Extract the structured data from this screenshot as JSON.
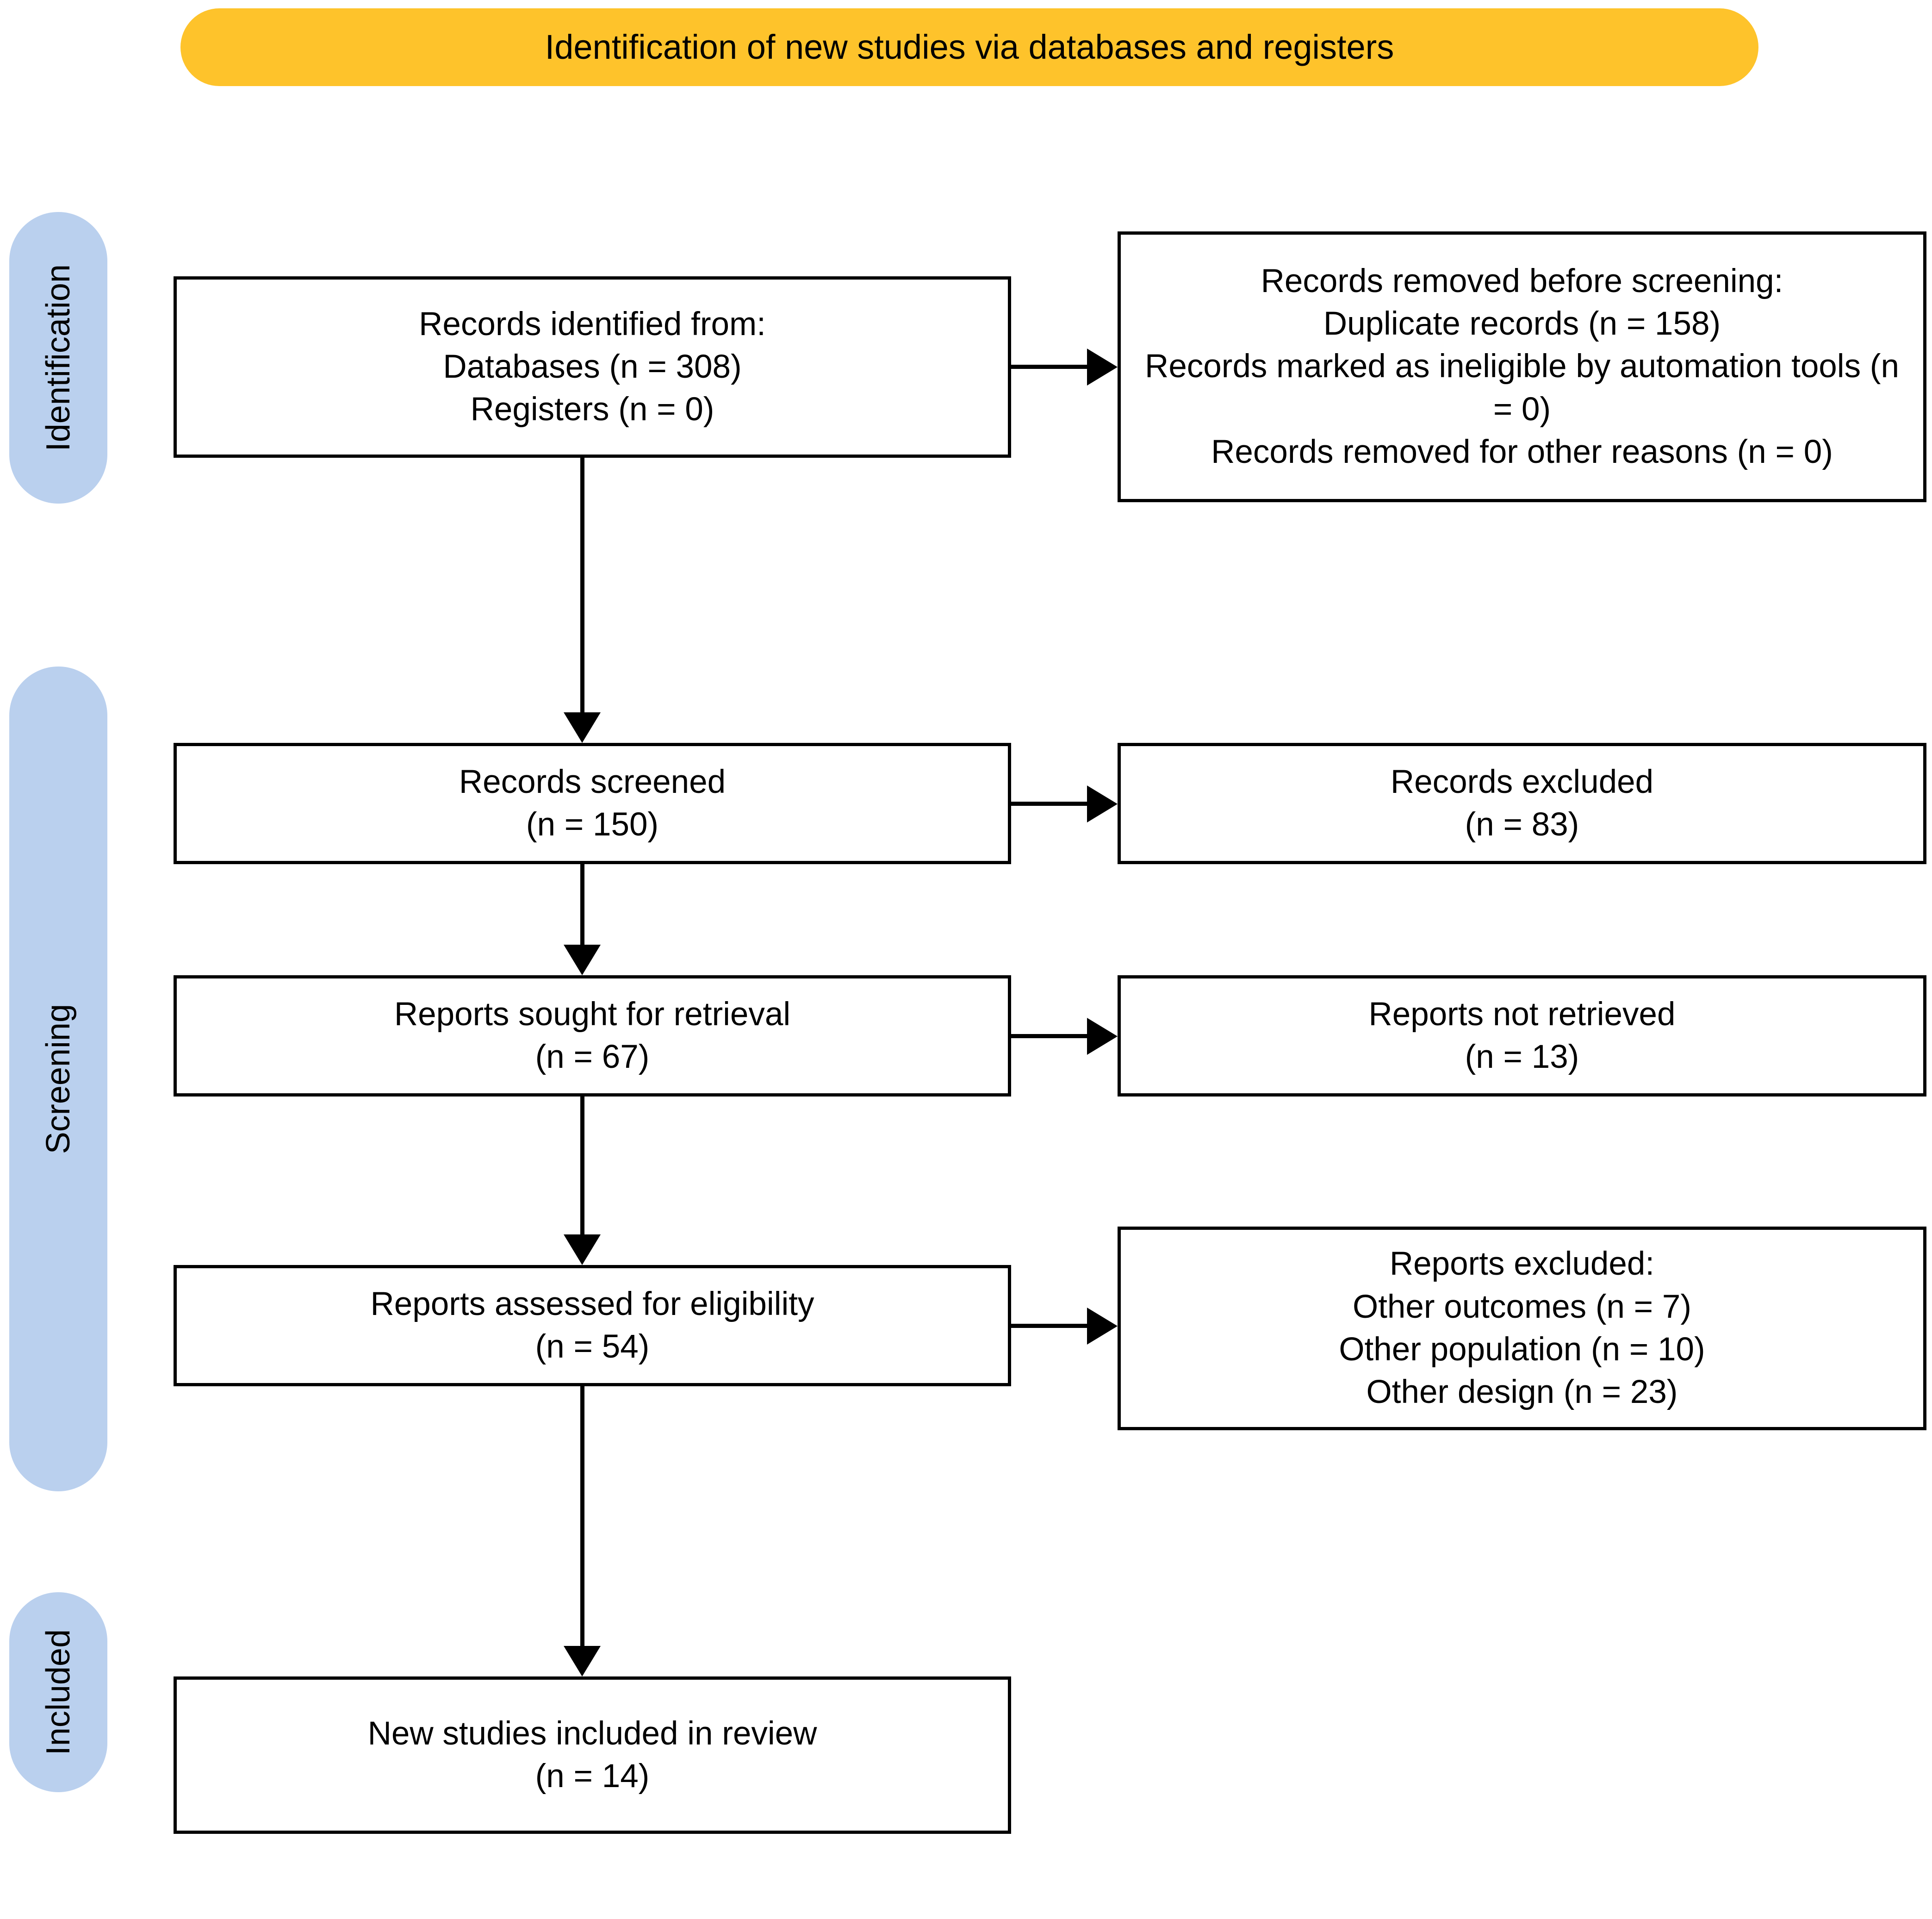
{
  "header": {
    "title": "Identification of new studies via databases and registers",
    "background_color": "#FEC32B"
  },
  "stage_tabs": {
    "background_color": "#BAD0EE",
    "items": [
      {
        "id": "identification",
        "label": "Identification"
      },
      {
        "id": "screening",
        "label": "Screening"
      },
      {
        "id": "included",
        "label": "Included"
      }
    ]
  },
  "boxes": {
    "identified": {
      "lines": [
        "Records identified from:",
        "Databases (n = 308)",
        "Registers (n = 0)"
      ]
    },
    "removed": {
      "lines": [
        "Records removed before screening:",
        "Duplicate records (n = 158)",
        "Records marked as ineligible by automation tools (n = 0)",
        "Records removed for other reasons (n = 0)"
      ]
    },
    "screened": {
      "lines": [
        "Records screened",
        "(n = 150)"
      ]
    },
    "records_excluded": {
      "lines": [
        "Records excluded",
        "(n = 83)"
      ]
    },
    "sought": {
      "lines": [
        "Reports sought for retrieval",
        "(n = 67)"
      ]
    },
    "not_retrieved": {
      "lines": [
        "Reports not retrieved",
        "(n = 13)"
      ]
    },
    "assessed": {
      "lines": [
        "Reports assessed for eligibility",
        "(n = 54)"
      ]
    },
    "reports_excluded": {
      "lines": [
        "Reports excluded:",
        "Other outcomes (n = 7)",
        "Other population (n = 10)",
        "Other design (n = 23)"
      ]
    },
    "included": {
      "lines": [
        "New studies included in review",
        "(n = 14)"
      ]
    }
  },
  "chart_data": {
    "type": "flowchart",
    "title": "Identification of new studies via databases and registers",
    "stages": [
      "Identification",
      "Screening",
      "Included"
    ],
    "nodes": [
      {
        "id": "identified",
        "stage": "Identification",
        "label": "Records identified from",
        "values": {
          "Databases": 308,
          "Registers": 0
        }
      },
      {
        "id": "removed",
        "stage": "Identification",
        "label": "Records removed before screening",
        "values": {
          "Duplicate records": 158,
          "Records marked as ineligible by automation tools": 0,
          "Records removed for other reasons": 0
        }
      },
      {
        "id": "screened",
        "stage": "Screening",
        "label": "Records screened",
        "n": 150
      },
      {
        "id": "records_excluded",
        "stage": "Screening",
        "label": "Records excluded",
        "n": 83
      },
      {
        "id": "sought",
        "stage": "Screening",
        "label": "Reports sought for retrieval",
        "n": 67
      },
      {
        "id": "not_retrieved",
        "stage": "Screening",
        "label": "Reports not retrieved",
        "n": 13
      },
      {
        "id": "assessed",
        "stage": "Screening",
        "label": "Reports assessed for eligibility",
        "n": 54
      },
      {
        "id": "reports_excluded",
        "stage": "Screening",
        "label": "Reports excluded",
        "values": {
          "Other outcomes": 7,
          "Other population": 10,
          "Other design": 23
        }
      },
      {
        "id": "included",
        "stage": "Included",
        "label": "New studies included in review",
        "n": 14
      }
    ],
    "edges": [
      {
        "from": "identified",
        "to": "removed",
        "direction": "right"
      },
      {
        "from": "identified",
        "to": "screened",
        "direction": "down"
      },
      {
        "from": "screened",
        "to": "records_excluded",
        "direction": "right"
      },
      {
        "from": "screened",
        "to": "sought",
        "direction": "down"
      },
      {
        "from": "sought",
        "to": "not_retrieved",
        "direction": "right"
      },
      {
        "from": "sought",
        "to": "assessed",
        "direction": "down"
      },
      {
        "from": "assessed",
        "to": "reports_excluded",
        "direction": "right"
      },
      {
        "from": "assessed",
        "to": "included",
        "direction": "down"
      }
    ]
  }
}
